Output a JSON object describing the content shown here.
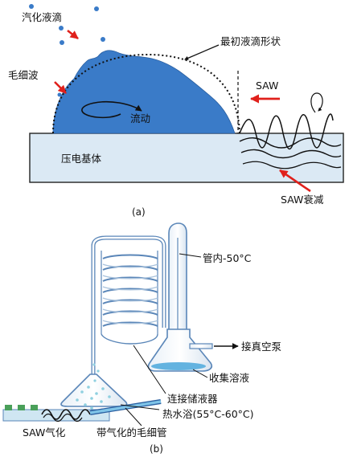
{
  "panel_a": {
    "label_vaporized_droplets": "汽化液滴",
    "label_initial_shape": "最初液滴形状",
    "label_capillary_wave": "毛细波",
    "label_saw": "SAW",
    "label_flow": "流动",
    "label_substrate": "压电基体",
    "label_saw_attenuation": "SAW衰减",
    "caption": "(a)"
  },
  "panel_b": {
    "label_tube_inside": "管内-50°C",
    "label_vacuum_pump": "接真空泵",
    "label_collect_solution": "收集溶液",
    "label_connect_reservoir": "连接储液器",
    "label_water_bath": "热水浴(55°C-60°C)",
    "label_saw_vaporization": "SAW气化",
    "label_capillary_tube": "带气化的毛细管",
    "caption": "(b)"
  },
  "colors": {
    "droplet": "#3a7bc8",
    "substrate": "#dbe9f4",
    "arrow_red": "#e0201b",
    "glass_blue": "#5a86b8",
    "liquid_blue": "#63b3e0",
    "green_block": "#4aa05a"
  }
}
